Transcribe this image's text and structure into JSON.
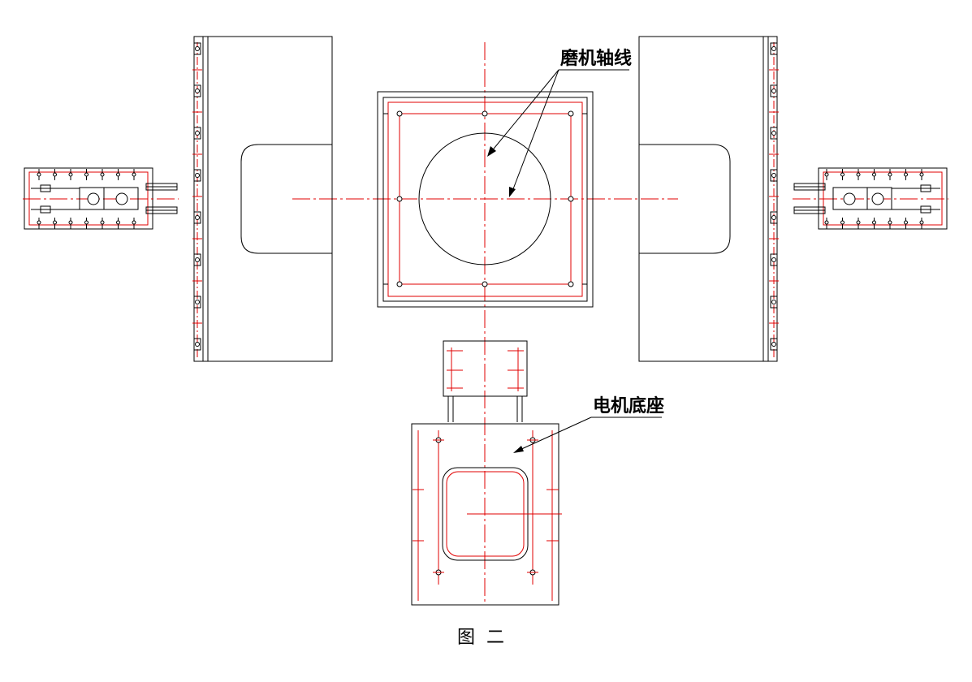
{
  "labels": {
    "mill_axis": "磨机轴线",
    "motor_base": "电机底座",
    "figure_caption": "图  二"
  },
  "colors": {
    "outline": "#000000",
    "centerline": "#e00000",
    "background": "#ffffff"
  }
}
